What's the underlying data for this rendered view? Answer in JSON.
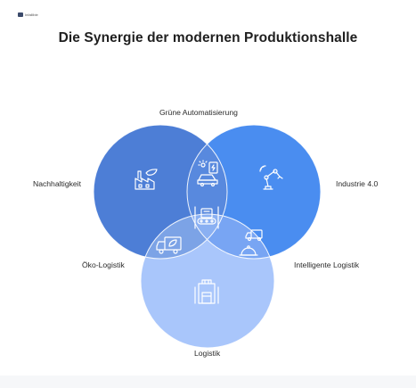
{
  "logo": {
    "text": "Infallible"
  },
  "title": "Die Synergie der modernen Produktionshalle",
  "diagram": {
    "circles": [
      {
        "id": "nachhaltigkeit",
        "color": "#4d7ed6"
      },
      {
        "id": "industrie",
        "color": "#4a8df0"
      },
      {
        "id": "logistik",
        "color": "#a9c6fb"
      }
    ],
    "labels": {
      "top": "Grüne Automatisierung",
      "left": "Nachhaltigkeit",
      "right": "Industrie 4.0",
      "lower_left": "Öko-Logistik",
      "lower_right": "Intelligente Logistik",
      "bottom": "Logistik"
    },
    "icons": [
      "factory-leaf-icon",
      "smart-car-charging-icon",
      "robot-arm-icon",
      "conveyor-box-icon",
      "eco-truck-icon",
      "delivery-truck-dome-icon",
      "warehouse-boxes-icon"
    ]
  }
}
